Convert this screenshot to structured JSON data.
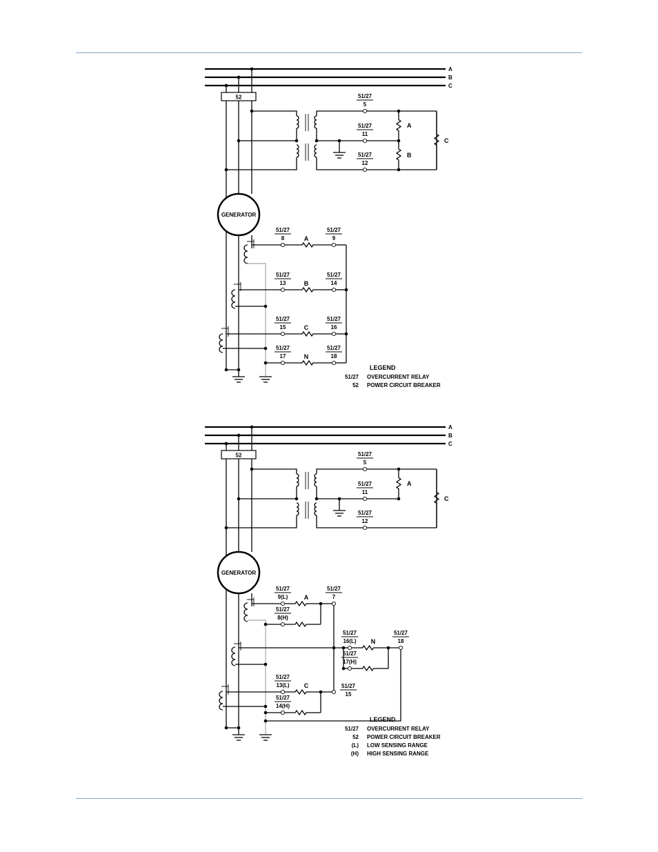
{
  "diagram1": {
    "phases": [
      "A",
      "B",
      "C"
    ],
    "breaker": "52",
    "generator": "GENERATOR",
    "pt_terminals": [
      {
        "relay": "51/27",
        "num": "5"
      },
      {
        "relay": "51/27",
        "num": "11"
      },
      {
        "relay": "51/27",
        "num": "12"
      }
    ],
    "pt_loads": [
      "A",
      "B",
      "C"
    ],
    "ct_circuits": [
      {
        "in_relay": "51/27",
        "in_num": "8",
        "load": "A",
        "out_relay": "51/27",
        "out_num": "9"
      },
      {
        "in_relay": "51/27",
        "in_num": "13",
        "load": "B",
        "out_relay": "51/27",
        "out_num": "14"
      },
      {
        "in_relay": "51/27",
        "in_num": "15",
        "load": "C",
        "out_relay": "51/27",
        "out_num": "16"
      },
      {
        "in_relay": "51/27",
        "in_num": "17",
        "load": "N",
        "out_relay": "51/27",
        "out_num": "18"
      }
    ],
    "legend": {
      "title": "LEGEND",
      "items": [
        {
          "key": "51/27",
          "desc": "OVERCURRENT RELAY"
        },
        {
          "key": "52",
          "desc": "POWER CIRCUIT BREAKER"
        }
      ]
    }
  },
  "diagram2": {
    "phases": [
      "A",
      "B",
      "C"
    ],
    "breaker": "52",
    "generator": "GENERATOR",
    "pt_terminals": [
      {
        "relay": "51/27",
        "num": "5"
      },
      {
        "relay": "51/27",
        "num": "11"
      },
      {
        "relay": "51/27",
        "num": "12"
      }
    ],
    "pt_loads": [
      "A",
      "C"
    ],
    "ct_terminals": {
      "a_low": {
        "relay": "51/27",
        "num": "9(L)"
      },
      "a_high": {
        "relay": "51/27",
        "num": "8(H)"
      },
      "a_out": {
        "relay": "51/27",
        "num": "7"
      },
      "n_low": {
        "relay": "51/27",
        "num": "16(L)"
      },
      "n_high": {
        "relay": "51/27",
        "num": "17(H)"
      },
      "n_out": {
        "relay": "51/27",
        "num": "18"
      },
      "c_low": {
        "relay": "51/27",
        "num": "13(L)"
      },
      "c_high": {
        "relay": "51/27",
        "num": "14(H)"
      },
      "c_out": {
        "relay": "51/27",
        "num": "15"
      }
    },
    "ct_loads": {
      "a": "A",
      "n": "N",
      "c": "C"
    },
    "legend": {
      "title": "LEGEND",
      "items": [
        {
          "key": "51/27",
          "desc": "OVERCURRENT RELAY"
        },
        {
          "key": "52",
          "desc": "POWER CIRCUIT BREAKER"
        },
        {
          "key": "(L)",
          "desc": "LOW SENSING RANGE"
        },
        {
          "key": "(H)",
          "desc": "HIGH SENSING RANGE"
        }
      ]
    }
  }
}
